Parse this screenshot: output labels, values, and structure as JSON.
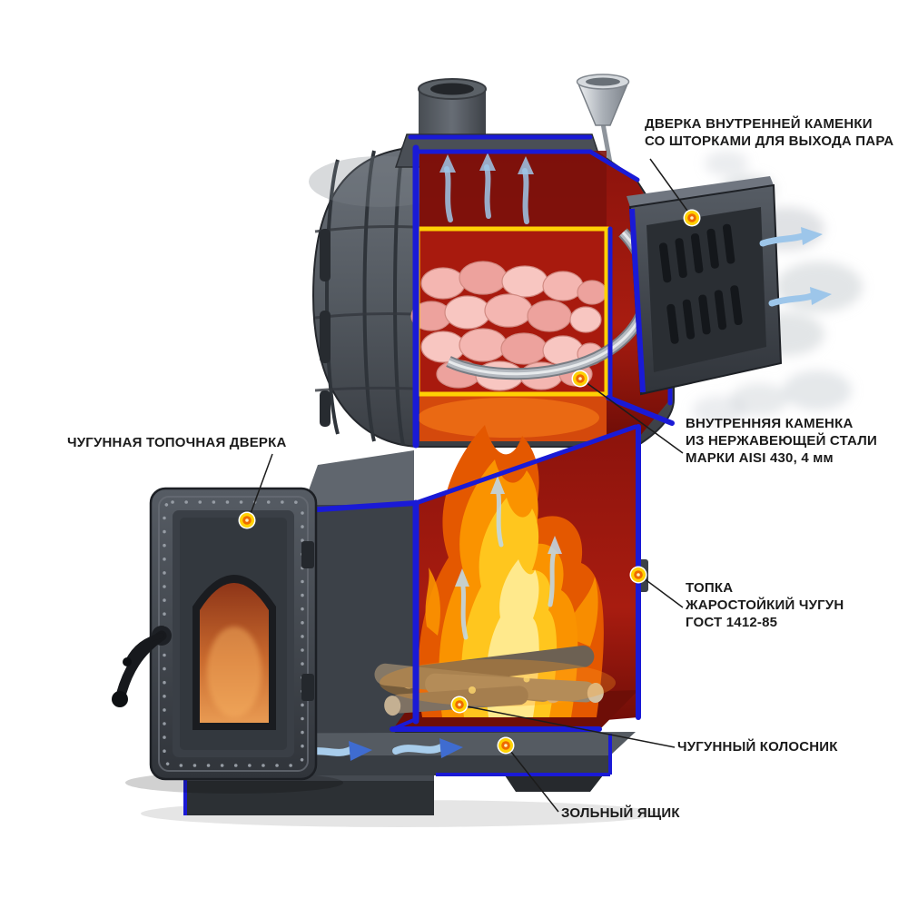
{
  "labels": {
    "inner_door": "ДВЕРКА ВНУТРЕННЕЙ КАМЕНКИ\nСО ШТОРКАМИ ДЛЯ ВЫХОДА ПАРА",
    "inner_kamenka": "ВНУТРЕННЯЯ КАМЕНКА\nИЗ НЕРЖАВЕЮЩЕЙ СТАЛИ\nМАРКИ AISI 430,  4 мм",
    "topka": "ТОПКА\nЖАРОСТОЙКИЙ ЧУГУН\nГОСТ 1412-85",
    "grate": "ЧУГУННЫЙ КОЛОСНИК",
    "ash_box": "ЗОЛЬНЫЙ ЯЩИК",
    "firebox_door": "ЧУГУННАЯ ТОПОЧНАЯ ДВЕРКА"
  },
  "colors": {
    "background": "#ffffff",
    "label_text": "#1b1b1b",
    "cut_edge_blue": "#1a1ad6",
    "kamenka_frame_yellow": "#ffd103",
    "stones_pink": "#f4b6b1",
    "flame_orange": "#fa9300",
    "flame_yellow": "#ffc61e",
    "interior_red": "#a81c10",
    "body_gray": "#545a61",
    "marker_ring": "#ffd103",
    "marker_core": "#ee6a00",
    "airflow_blue": "#9cc4e8"
  }
}
